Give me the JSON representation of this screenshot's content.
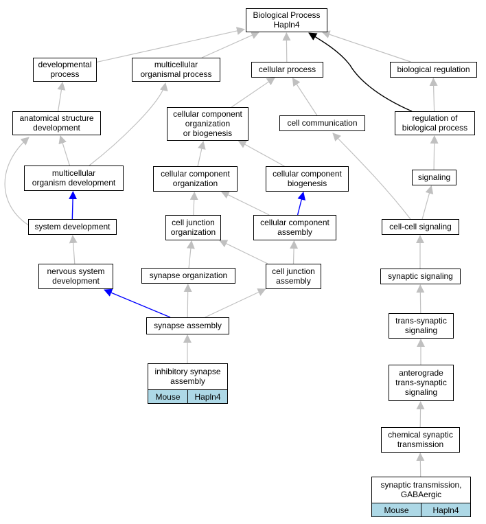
{
  "nodes": {
    "root": {
      "lines": [
        "Biological Process",
        "Hapln4"
      ]
    },
    "developmental_process": {
      "lines": [
        "developmental",
        "process"
      ]
    },
    "multicellular_organismal_process": {
      "lines": [
        "multicellular",
        "organismal process"
      ]
    },
    "cellular_process": {
      "lines": [
        "cellular process"
      ]
    },
    "biological_regulation": {
      "lines": [
        "biological regulation"
      ]
    },
    "anatomical_structure_development": {
      "lines": [
        "anatomical structure",
        "development"
      ]
    },
    "ccob": {
      "lines": [
        "cellular component",
        "organization",
        "or biogenesis"
      ]
    },
    "cell_communication": {
      "lines": [
        "cell communication"
      ]
    },
    "regulation_of_biological_process": {
      "lines": [
        "regulation of",
        "biological process"
      ]
    },
    "multicellular_organism_development": {
      "lines": [
        "multicellular",
        "organism development"
      ]
    },
    "cc_organization": {
      "lines": [
        "cellular component",
        "organization"
      ]
    },
    "cc_biogenesis": {
      "lines": [
        "cellular component",
        "biogenesis"
      ]
    },
    "signaling": {
      "lines": [
        "signaling"
      ]
    },
    "system_development": {
      "lines": [
        "system development"
      ]
    },
    "cell_junction_organization": {
      "lines": [
        "cell junction",
        "organization"
      ]
    },
    "cc_assembly": {
      "lines": [
        "cellular component",
        "assembly"
      ]
    },
    "cell_cell_signaling": {
      "lines": [
        "cell-cell signaling"
      ]
    },
    "nervous_system_development": {
      "lines": [
        "nervous system",
        "development"
      ]
    },
    "synapse_organization": {
      "lines": [
        "synapse organization"
      ]
    },
    "cell_junction_assembly": {
      "lines": [
        "cell junction",
        "assembly"
      ]
    },
    "synaptic_signaling": {
      "lines": [
        "synaptic signaling"
      ]
    },
    "trans_synaptic_signaling": {
      "lines": [
        "trans-synaptic",
        "signaling"
      ]
    },
    "synapse_assembly": {
      "lines": [
        "synapse assembly"
      ]
    },
    "anterograde": {
      "lines": [
        "anterograde",
        "trans-synaptic",
        "signaling"
      ]
    },
    "inhibitory_synapse_assembly": {
      "lines": [
        "inhibitory synapse",
        "assembly"
      ],
      "species": "Mouse",
      "gene": "Hapln4"
    },
    "chemical_synaptic_transmission": {
      "lines": [
        "chemical synaptic",
        "transmission"
      ]
    },
    "gabaergic": {
      "lines": [
        "synaptic transmission,",
        "GABAergic"
      ],
      "species": "Mouse",
      "gene": "Hapln4"
    }
  },
  "edges": [
    {
      "from": "developmental_process",
      "to": "root",
      "kind": "is_a"
    },
    {
      "from": "multicellular_organismal_process",
      "to": "root",
      "kind": "is_a"
    },
    {
      "from": "cellular_process",
      "to": "root",
      "kind": "is_a"
    },
    {
      "from": "biological_regulation",
      "to": "root",
      "kind": "is_a"
    },
    {
      "from": "regulation_of_biological_process",
      "to": "root",
      "kind": "regulates"
    },
    {
      "from": "anatomical_structure_development",
      "to": "developmental_process",
      "kind": "is_a"
    },
    {
      "from": "ccob",
      "to": "cellular_process",
      "kind": "is_a"
    },
    {
      "from": "cell_communication",
      "to": "cellular_process",
      "kind": "is_a"
    },
    {
      "from": "regulation_of_biological_process",
      "to": "biological_regulation",
      "kind": "is_a"
    },
    {
      "from": "multicellular_organism_development",
      "to": "anatomical_structure_development",
      "kind": "is_a"
    },
    {
      "from": "multicellular_organism_development",
      "to": "multicellular_organismal_process",
      "kind": "is_a"
    },
    {
      "from": "system_development",
      "to": "anatomical_structure_development",
      "kind": "is_a"
    },
    {
      "from": "system_development",
      "to": "multicellular_organism_development",
      "kind": "part_of"
    },
    {
      "from": "cc_organization",
      "to": "ccob",
      "kind": "is_a"
    },
    {
      "from": "cc_biogenesis",
      "to": "ccob",
      "kind": "is_a"
    },
    {
      "from": "signaling",
      "to": "regulation_of_biological_process",
      "kind": "is_a"
    },
    {
      "from": "cell_junction_organization",
      "to": "cc_organization",
      "kind": "is_a"
    },
    {
      "from": "cc_assembly",
      "to": "cc_organization",
      "kind": "is_a"
    },
    {
      "from": "cc_assembly",
      "to": "cc_biogenesis",
      "kind": "part_of"
    },
    {
      "from": "cell_cell_signaling",
      "to": "signaling",
      "kind": "is_a"
    },
    {
      "from": "cell_cell_signaling",
      "to": "cell_communication",
      "kind": "is_a"
    },
    {
      "from": "nervous_system_development",
      "to": "system_development",
      "kind": "is_a"
    },
    {
      "from": "synapse_organization",
      "to": "cell_junction_organization",
      "kind": "is_a"
    },
    {
      "from": "cell_junction_assembly",
      "to": "cell_junction_organization",
      "kind": "is_a"
    },
    {
      "from": "cell_junction_assembly",
      "to": "cc_assembly",
      "kind": "is_a"
    },
    {
      "from": "synaptic_signaling",
      "to": "cell_cell_signaling",
      "kind": "is_a"
    },
    {
      "from": "trans_synaptic_signaling",
      "to": "synaptic_signaling",
      "kind": "is_a"
    },
    {
      "from": "synapse_assembly",
      "to": "synapse_organization",
      "kind": "is_a"
    },
    {
      "from": "synapse_assembly",
      "to": "cell_junction_assembly",
      "kind": "is_a"
    },
    {
      "from": "synapse_assembly",
      "to": "nervous_system_development",
      "kind": "part_of"
    },
    {
      "from": "anterograde",
      "to": "trans_synaptic_signaling",
      "kind": "is_a"
    },
    {
      "from": "inhibitory_synapse_assembly",
      "to": "synapse_assembly",
      "kind": "is_a"
    },
    {
      "from": "chemical_synaptic_transmission",
      "to": "anterograde",
      "kind": "is_a"
    },
    {
      "from": "gabaergic",
      "to": "chemical_synaptic_transmission",
      "kind": "is_a"
    }
  ],
  "colors": {
    "is_a": "#c0c0c0",
    "part_of": "#0000ff",
    "regulates": "#000000",
    "annotation_fill": "#add8e6",
    "node_border": "#000000"
  }
}
